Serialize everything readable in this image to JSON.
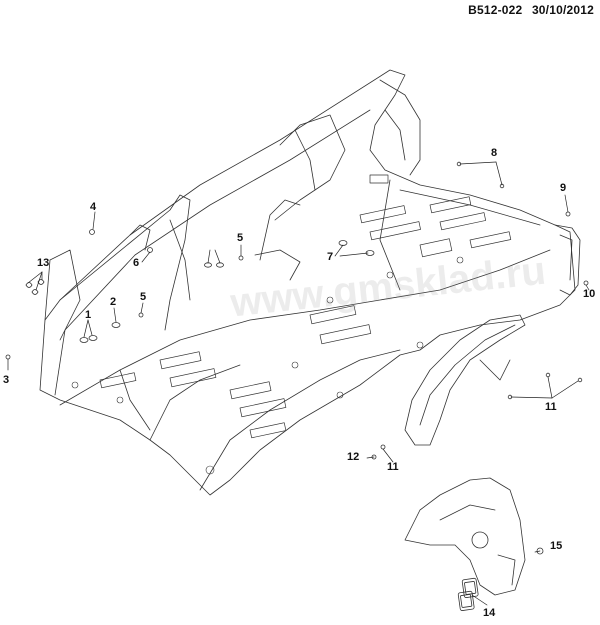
{
  "header": {
    "code": "B512-022",
    "date": "30/10/2012"
  },
  "watermark": "www.gmsklad.ru",
  "colors": {
    "line": "#333333",
    "text": "#111111",
    "watermark": "#969696"
  },
  "callouts": [
    {
      "id": "c1",
      "label": "1"
    },
    {
      "id": "c2",
      "label": "2"
    },
    {
      "id": "c3",
      "label": "3"
    },
    {
      "id": "c4",
      "label": "4"
    },
    {
      "id": "c5a",
      "label": "5"
    },
    {
      "id": "c5b",
      "label": "5"
    },
    {
      "id": "c6",
      "label": "6"
    },
    {
      "id": "c7",
      "label": "7"
    },
    {
      "id": "c8",
      "label": "8"
    },
    {
      "id": "c9",
      "label": "9"
    },
    {
      "id": "c10",
      "label": "10"
    },
    {
      "id": "c11a",
      "label": "11"
    },
    {
      "id": "c11b",
      "label": "11"
    },
    {
      "id": "c12",
      "label": "12"
    },
    {
      "id": "c13",
      "label": "13"
    },
    {
      "id": "c14",
      "label": "14"
    },
    {
      "id": "c15",
      "label": "15"
    }
  ]
}
